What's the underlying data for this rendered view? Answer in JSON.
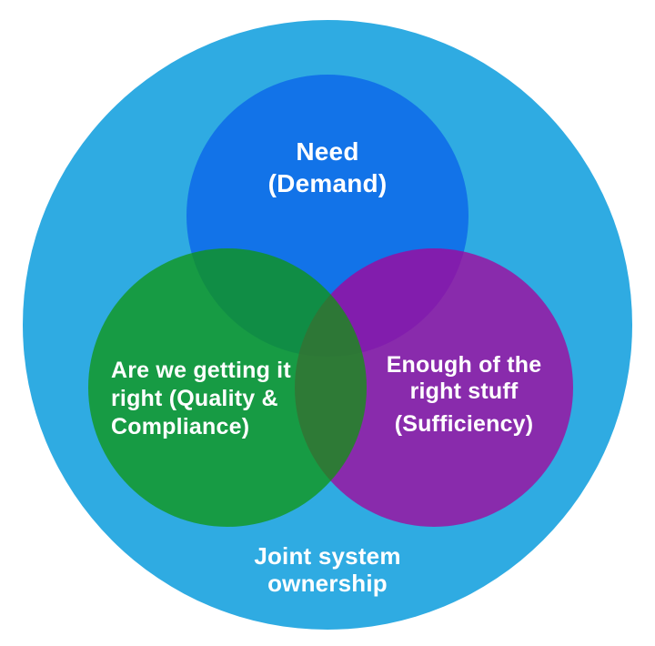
{
  "colors": {
    "page_background": "#ffffff",
    "joint_system_circle": "#2fabe2",
    "need_circle": "#1273e8",
    "quality_circle": "rgba(16,149,15,0.75)",
    "sufficiency_circle": "rgba(168,0,153,0.75)",
    "label_text": "#ffffff"
  },
  "venn": {
    "need": {
      "lines": [
        "Need",
        "(Demand)"
      ]
    },
    "quality": {
      "lines": [
        "Are we getting it",
        "right (Quality &",
        "Compliance)"
      ]
    },
    "sufficiency": {
      "lines": [
        "Enough of the",
        "right stuff",
        "(Sufficiency)"
      ]
    },
    "joint": {
      "lines": [
        "Joint system",
        "ownership"
      ]
    }
  }
}
